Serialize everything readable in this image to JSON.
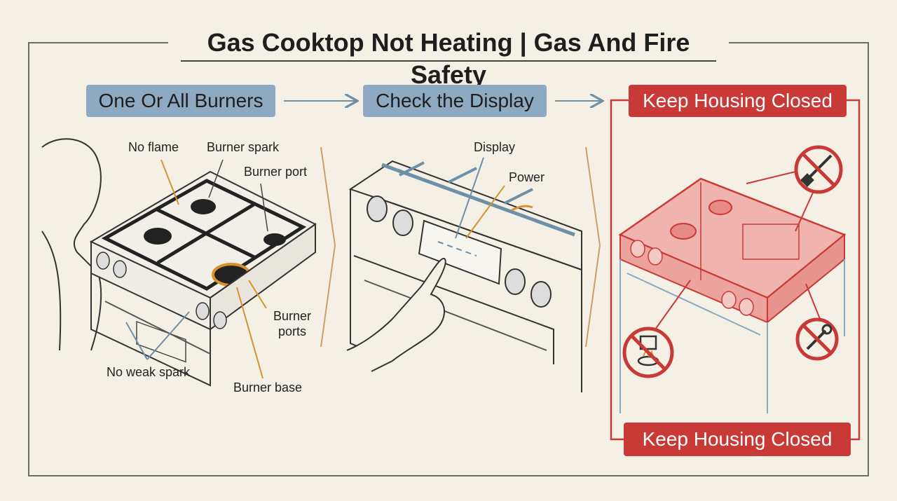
{
  "title": "Gas Cooktop Not Heating | Gas And Fire Safety",
  "steps": [
    {
      "label": "One Or All Burners"
    },
    {
      "label": "Check the Display"
    },
    {
      "label": "Keep Housing Closed"
    }
  ],
  "bottom_banner": "Keep Housing Closed",
  "panel1_labels": {
    "no_flame": "No flame",
    "burner_spark": "Burner spark",
    "burner_port": "Burner port",
    "burner_ports_line1": "Burner",
    "burner_ports_line2": "ports",
    "no_weak_spark": "No weak spark",
    "burner_base": "Burner base"
  },
  "panel2_labels": {
    "display": "Display",
    "power": "Power"
  },
  "icons": [
    "no-screwdriver-icon",
    "no-gas-valve-icon",
    "no-wrench-icon"
  ],
  "colors": {
    "background": "#f4f0e6",
    "step_blue": "#8eaac2",
    "warning_red": "#c93a36",
    "callout_orange": "#d8912f"
  }
}
